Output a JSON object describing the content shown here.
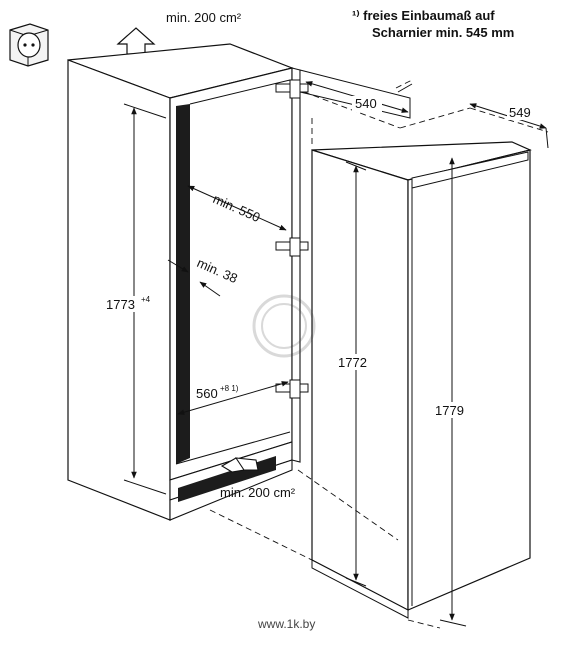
{
  "labels": {
    "top_vent": "min. 200 cm²",
    "bottom_vent": "min. 200 cm²",
    "note_line1": "¹⁾ freies Einbaumaß auf",
    "note_line2": "Scharnier min. 545 mm",
    "dim_540": "540",
    "dim_549": "549",
    "dim_min550": "min. 550",
    "dim_min38": "min. 38",
    "dim_1773_base": "1773",
    "dim_1773_sup": "+4",
    "dim_1772": "1772",
    "dim_1779": "1779",
    "dim_560_base": "560",
    "dim_560_sup": "+8 1)",
    "watermark": "www.1k.by"
  },
  "colors": {
    "line": "#111111",
    "cavity": "#1c1c1c",
    "panel_fill": "#ffffff",
    "hinge": "#888888"
  },
  "icons": [
    "power-socket-icon",
    "up-arrow-icon",
    "airflow-arrow-icon"
  ]
}
